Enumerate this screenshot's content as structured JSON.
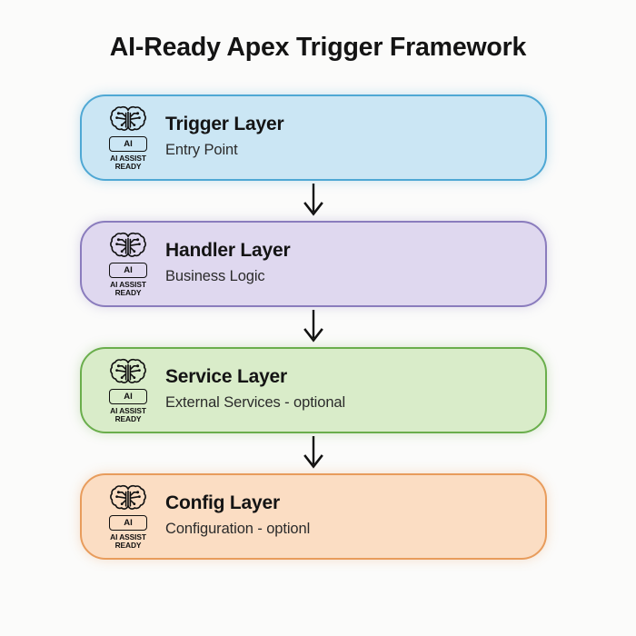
{
  "title": "AI-Ready Apex Trigger Framework",
  "background_color": "#fbfbfa",
  "badge": {
    "icon_name": "ai-brain-circuit-icon",
    "chip_label": "AI",
    "line1": "AI ASSIST",
    "line2": "READY"
  },
  "connector": {
    "icon_name": "arrow-down-icon",
    "color": "#111111"
  },
  "layers": [
    {
      "id": "trigger-layer",
      "title": "Trigger Layer",
      "subtitle": "Entry Point",
      "fill_color": "#cbe6f4",
      "border_color": "#4fa8d4"
    },
    {
      "id": "handler-layer",
      "title": "Handler Layer",
      "subtitle": "Business Logic",
      "fill_color": "#dfd8ef",
      "border_color": "#8a7cbd"
    },
    {
      "id": "service-layer",
      "title": "Service Layer",
      "subtitle": "External Services - optional",
      "fill_color": "#d9ecc9",
      "border_color": "#6aae4c"
    },
    {
      "id": "config-layer",
      "title": "Config Layer",
      "subtitle": "Configuration - optionl",
      "fill_color": "#fbddc3",
      "border_color": "#e89c5c"
    }
  ]
}
